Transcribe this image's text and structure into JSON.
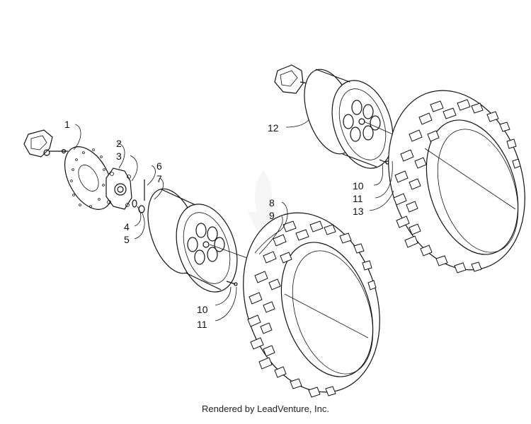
{
  "callouts": [
    {
      "label": "1"
    },
    {
      "label": "2"
    },
    {
      "label": "3"
    },
    {
      "label": "4"
    },
    {
      "label": "5"
    },
    {
      "label": "6"
    },
    {
      "label": "7"
    },
    {
      "label": "8"
    },
    {
      "label": "9"
    },
    {
      "label": "10"
    },
    {
      "label": "11"
    },
    {
      "label": "12"
    },
    {
      "label": "10"
    },
    {
      "label": "11"
    },
    {
      "label": "13"
    }
  ],
  "footer": {
    "text": "Rendered by LeadVenture, Inc."
  },
  "colors": {
    "ink": "#111111",
    "background": "#ffffff",
    "watermark": "#e6e6e6"
  },
  "icons": {
    "watermark": "flame-logo-watermark"
  }
}
